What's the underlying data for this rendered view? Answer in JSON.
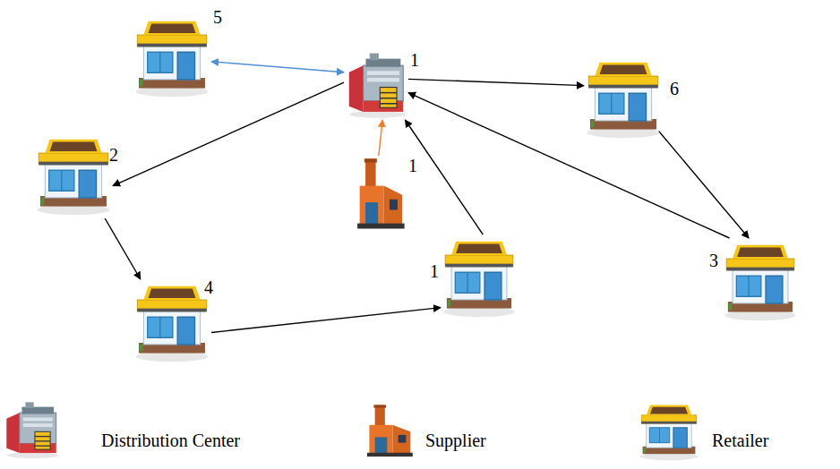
{
  "diagram": {
    "nodes": [
      {
        "text": [
          "5"
        ]
      },
      {
        "text": [
          "1"
        ]
      },
      {
        "text": [
          "6"
        ]
      },
      {
        "text": [
          "2"
        ]
      },
      {
        "text": [
          "1"
        ]
      },
      {
        "text": [
          "1"
        ]
      },
      {
        "text": [
          "3"
        ]
      },
      {
        "text": [
          "4"
        ]
      }
    ],
    "edges": [
      {
        "from": 0,
        "to": 1,
        "arrow": "both"
      },
      {
        "from": 1,
        "to": 2,
        "arrow": "to"
      },
      {
        "from": 1,
        "to": 3,
        "arrow": "to"
      },
      {
        "from": 4,
        "to": 1,
        "arrow": "to"
      },
      {
        "from": 3,
        "to": 7,
        "arrow": "to"
      },
      {
        "from": 7,
        "to": 5,
        "arrow": "to"
      },
      {
        "from": 5,
        "to": 1,
        "arrow": "to"
      },
      {
        "from": 2,
        "to": 6,
        "arrow": "to"
      },
      {
        "from": 6,
        "to": 1,
        "arrow": "to"
      }
    ],
    "legend": [
      {
        "text": "Distribution Center"
      },
      {
        "text": "Supplier"
      },
      {
        "text": "Retailer"
      }
    ]
  }
}
